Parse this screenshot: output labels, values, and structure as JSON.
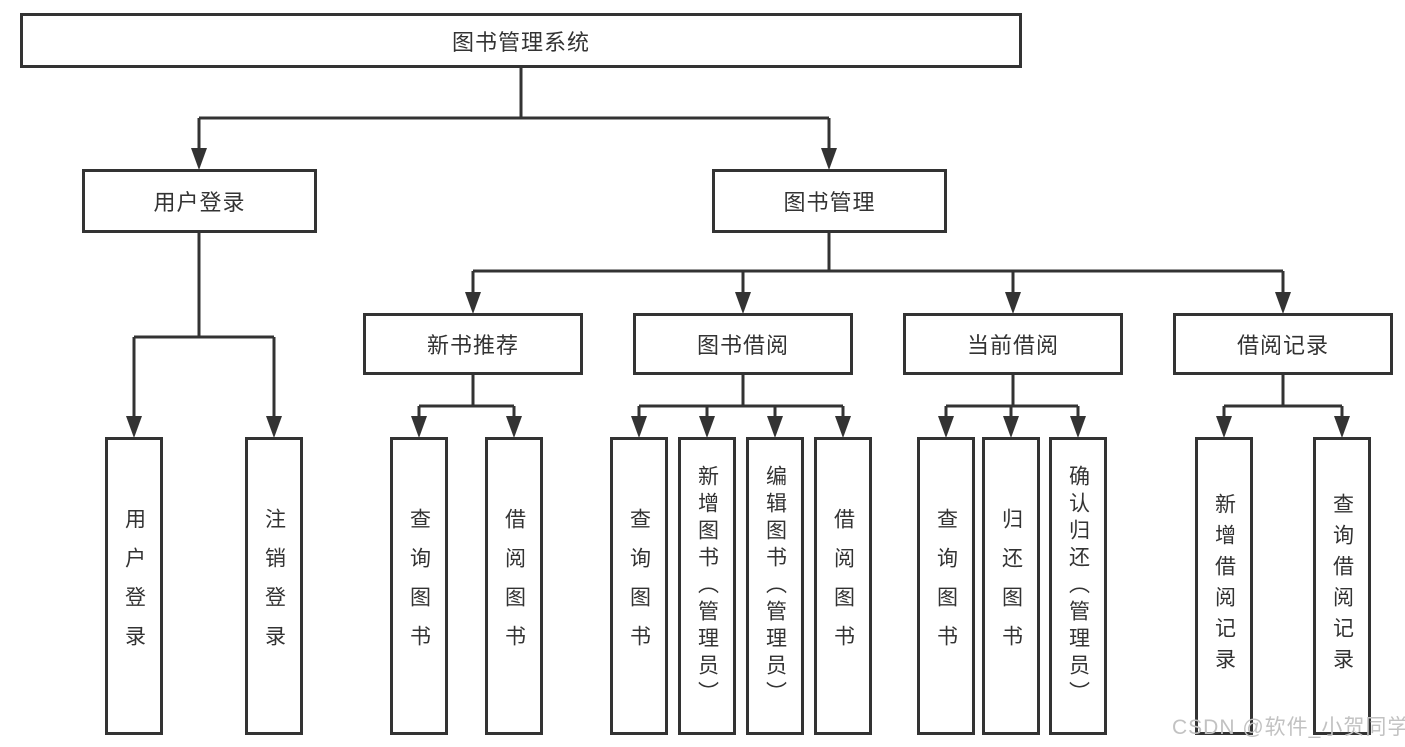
{
  "tree": {
    "root": {
      "label": "图书管理系统"
    },
    "branches": [
      {
        "label": "用户登录",
        "children": [
          {
            "label": "用户登录"
          },
          {
            "label": "注销登录"
          }
        ]
      },
      {
        "label": "图书管理",
        "children": [
          {
            "label": "新书推荐",
            "children": [
              {
                "label": "查询图书"
              },
              {
                "label": "借阅图书"
              }
            ]
          },
          {
            "label": "图书借阅",
            "children": [
              {
                "label": "查询图书"
              },
              {
                "label": "新增图书（管理员）"
              },
              {
                "label": "编辑图书（管理员）"
              },
              {
                "label": "借阅图书"
              }
            ]
          },
          {
            "label": "当前借阅",
            "children": [
              {
                "label": "查询图书"
              },
              {
                "label": "归还图书"
              },
              {
                "label": "确认归还（管理员）"
              }
            ]
          },
          {
            "label": "借阅记录",
            "children": [
              {
                "label": "新增借阅记录"
              },
              {
                "label": "查询借阅记录"
              }
            ]
          }
        ]
      }
    ]
  },
  "watermark": {
    "text": "CSDN @软件_小贺同学"
  },
  "colors": {
    "line": "#333333",
    "text": "#333333",
    "background": "#ffffff",
    "watermark": "#c2c2c2"
  }
}
